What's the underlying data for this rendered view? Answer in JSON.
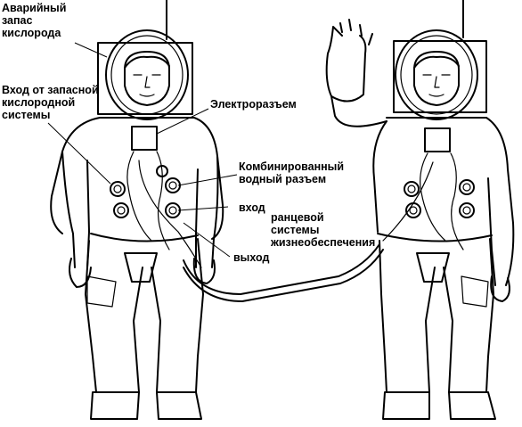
{
  "labels": {
    "emergency_oxygen": "Аварийный\nзапас\nкислорода",
    "backup_oxygen_input": "Вход от запасной\nкислородной\nсистемы",
    "electrical_connector": "Электроразъем",
    "combined_water_connector": "Комбинированный\nводный разъем",
    "input": "вход",
    "backpack_life_support": "ранцевой\nсистемы\nжизнеобеспечения",
    "output": "выход"
  },
  "colors": {
    "ink": "#000000",
    "paper": "#ffffff"
  }
}
